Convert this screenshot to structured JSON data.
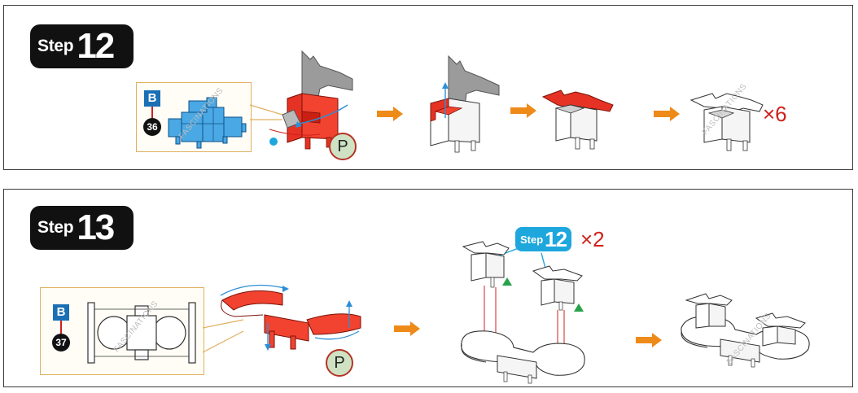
{
  "step12": {
    "step_word": "Step",
    "step_number": "12",
    "part_letter": "B",
    "part_number": "36",
    "paste_label": "P",
    "multiplier": "×6",
    "watermark": "FASCINATIONS"
  },
  "step13": {
    "step_word": "Step",
    "step_number": "13",
    "part_letter": "B",
    "part_number": "37",
    "paste_label": "P",
    "ref_step_word": "Step",
    "ref_step_number": "12",
    "ref_multiplier": "×2",
    "watermark": "FASCINATIONS"
  },
  "colors": {
    "accent_red": "#d0211c",
    "arrow_orange": "#ee8a18",
    "part_blue": "#1a6fb5",
    "ref_blue": "#1ea7dd"
  }
}
